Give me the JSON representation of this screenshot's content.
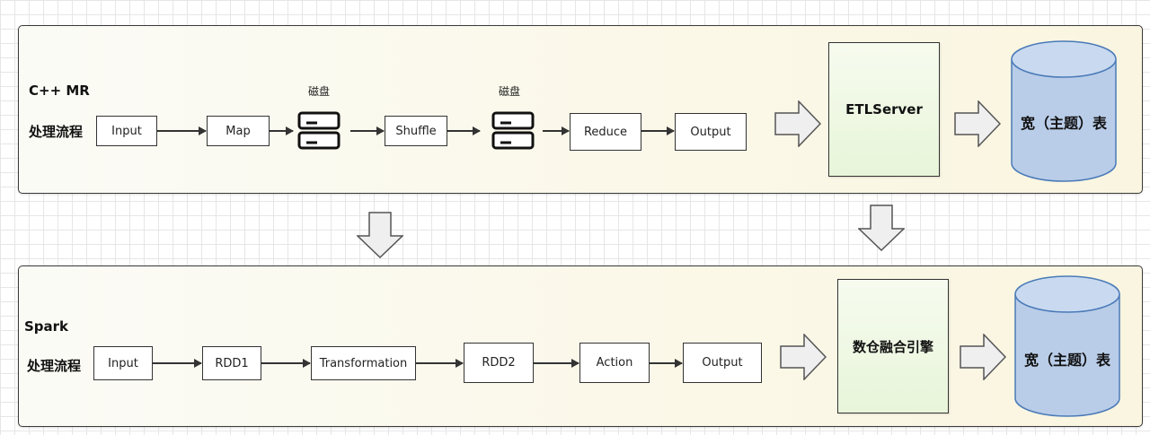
{
  "top_panel": {
    "title_line1": "C++ MR",
    "title_line2": "处理流程",
    "steps": [
      "Input",
      "Map",
      "Shuffle",
      "Reduce",
      "Output"
    ],
    "disk_label_1": "磁盘",
    "disk_label_2": "磁盘",
    "engine": "ETLServer",
    "table": "宽（主题）表"
  },
  "bottom_panel": {
    "title_line1": "Spark",
    "title_line2": "处理流程",
    "steps": [
      "Input",
      "RDD1",
      "Transformation",
      "RDD2",
      "Action",
      "Output"
    ],
    "engine": "数仓融合引擎",
    "table": "宽（主题）表"
  },
  "colors": {
    "panel_fill": "#fbf8e8",
    "engine_fill": "#e8f5d9",
    "cylinder_fill": "#b9cde8",
    "cylinder_stroke": "#4a7ab8",
    "block_arrow_fill": "#efefef"
  },
  "icons": [
    "disk-icon",
    "block-arrow-right-icon",
    "block-arrow-down-icon",
    "database-cylinder-icon"
  ]
}
